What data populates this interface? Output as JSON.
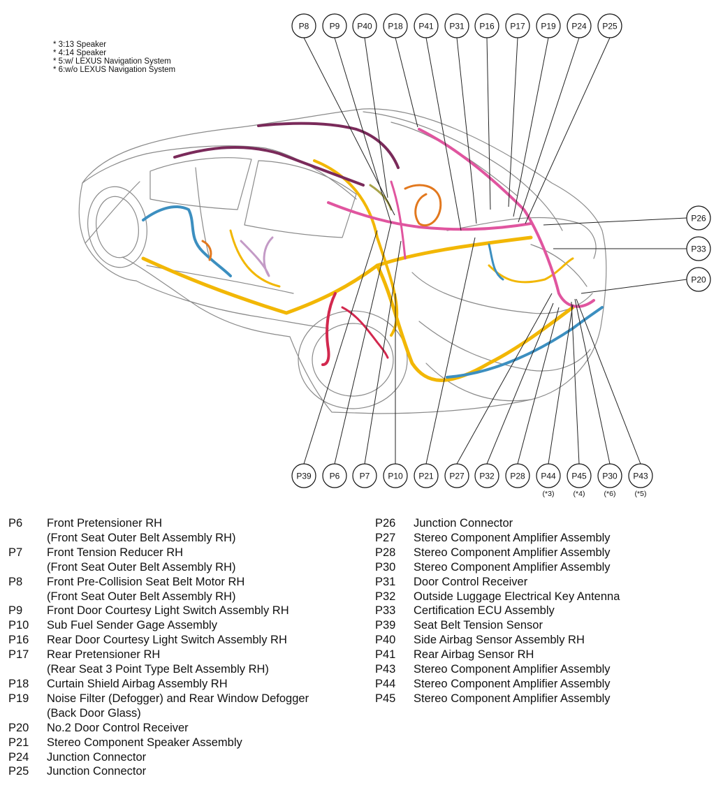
{
  "notes": [
    "* 3:13 Speaker",
    "* 4:14 Speaker",
    "* 5:w/ LEXUS Navigation System",
    "* 6:w/o LEXUS Navigation System"
  ],
  "colors": {
    "outline": "#8a8a8a",
    "harness_yellow": "#f2b705",
    "harness_pink": "#e0559f",
    "harness_blue": "#3c8fc0",
    "harness_red": "#d2284e",
    "harness_orange": "#e2781e",
    "harness_purple": "#7a2a5a",
    "harness_lavender": "#c39ac6",
    "harness_olive": "#a8a34a"
  },
  "top_labels": [
    {
      "code": "P8"
    },
    {
      "code": "P9"
    },
    {
      "code": "P40"
    },
    {
      "code": "P18"
    },
    {
      "code": "P41"
    },
    {
      "code": "P31"
    },
    {
      "code": "P16"
    },
    {
      "code": "P17"
    },
    {
      "code": "P19"
    },
    {
      "code": "P24"
    },
    {
      "code": "P25"
    }
  ],
  "side_labels": [
    {
      "code": "P26"
    },
    {
      "code": "P33"
    },
    {
      "code": "P20"
    }
  ],
  "bottom_labels": [
    {
      "code": "P39",
      "note": ""
    },
    {
      "code": "P6",
      "note": ""
    },
    {
      "code": "P7",
      "note": ""
    },
    {
      "code": "P10",
      "note": ""
    },
    {
      "code": "P21",
      "note": ""
    },
    {
      "code": "P27",
      "note": ""
    },
    {
      "code": "P32",
      "note": ""
    },
    {
      "code": "P28",
      "note": ""
    },
    {
      "code": "P44",
      "note": "(*3)"
    },
    {
      "code": "P45",
      "note": "(*4)"
    },
    {
      "code": "P30",
      "note": "(*6)"
    },
    {
      "code": "P43",
      "note": "(*5)"
    }
  ],
  "legend_left": [
    {
      "code": "P6",
      "lines": [
        "Front Pretensioner RH",
        "(Front Seat Outer Belt Assembly RH)"
      ]
    },
    {
      "code": "P7",
      "lines": [
        "Front Tension Reducer RH",
        "(Front Seat Outer Belt Assembly RH)"
      ]
    },
    {
      "code": "P8",
      "lines": [
        "Front Pre-Collision Seat Belt Motor RH",
        "(Front Seat Outer Belt Assembly RH)"
      ]
    },
    {
      "code": "P9",
      "lines": [
        "Front Door Courtesy Light Switch Assembly RH"
      ]
    },
    {
      "code": "P10",
      "lines": [
        "Sub Fuel Sender Gage Assembly"
      ]
    },
    {
      "code": "P16",
      "lines": [
        "Rear Door Courtesy Light Switch Assembly RH"
      ]
    },
    {
      "code": "P17",
      "lines": [
        "Rear Pretensioner RH",
        "(Rear Seat 3 Point Type Belt Assembly RH)"
      ]
    },
    {
      "code": "P18",
      "lines": [
        "Curtain Shield Airbag Assembly RH"
      ]
    },
    {
      "code": "P19",
      "lines": [
        "Noise Filter (Defogger) and Rear Window Defogger",
        "(Back Door Glass)"
      ]
    },
    {
      "code": "P20",
      "lines": [
        "No.2 Door Control Receiver"
      ]
    },
    {
      "code": "P21",
      "lines": [
        "Stereo Component Speaker Assembly"
      ]
    },
    {
      "code": "P24",
      "lines": [
        "Junction Connector"
      ]
    },
    {
      "code": "P25",
      "lines": [
        "Junction Connector"
      ]
    }
  ],
  "legend_right": [
    {
      "code": "P26",
      "lines": [
        "Junction Connector"
      ]
    },
    {
      "code": "P27",
      "lines": [
        "Stereo Component Amplifier Assembly"
      ]
    },
    {
      "code": "P28",
      "lines": [
        "Stereo Component Amplifier Assembly"
      ]
    },
    {
      "code": "P30",
      "lines": [
        "Stereo Component Amplifier Assembly"
      ]
    },
    {
      "code": "P31",
      "lines": [
        "Door Control Receiver"
      ]
    },
    {
      "code": "P32",
      "lines": [
        "Outside Luggage Electrical Key Antenna"
      ]
    },
    {
      "code": "P33",
      "lines": [
        "Certification ECU Assembly"
      ]
    },
    {
      "code": "P39",
      "lines": [
        "Seat Belt Tension Sensor"
      ]
    },
    {
      "code": "P40",
      "lines": [
        "Side Airbag Sensor Assembly RH"
      ]
    },
    {
      "code": "P41",
      "lines": [
        "Rear Airbag Sensor RH"
      ]
    },
    {
      "code": "P43",
      "lines": [
        "Stereo Component Amplifier Assembly"
      ]
    },
    {
      "code": "P44",
      "lines": [
        "Stereo Component Amplifier Assembly"
      ]
    },
    {
      "code": "P45",
      "lines": [
        "Stereo Component Amplifier Assembly"
      ]
    }
  ]
}
